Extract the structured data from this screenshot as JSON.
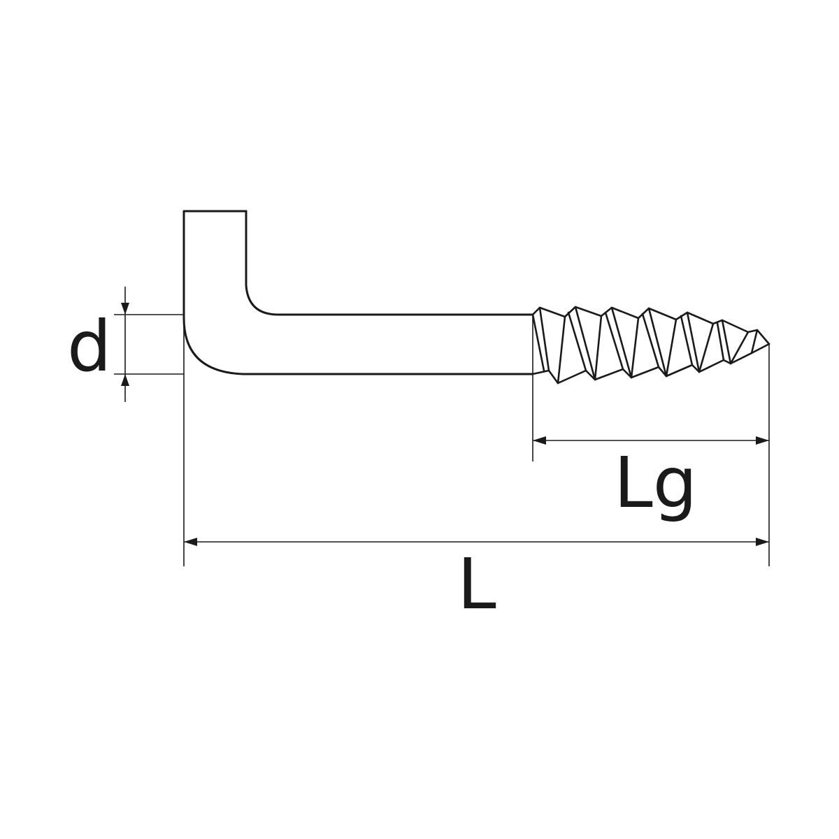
{
  "diagram": {
    "subject": "screw hook",
    "colors": {
      "line": "#1a1a1a",
      "background": "#ffffff"
    },
    "labels": {
      "diameter": "d",
      "thread_length": "Lg",
      "total_length": "L"
    }
  }
}
